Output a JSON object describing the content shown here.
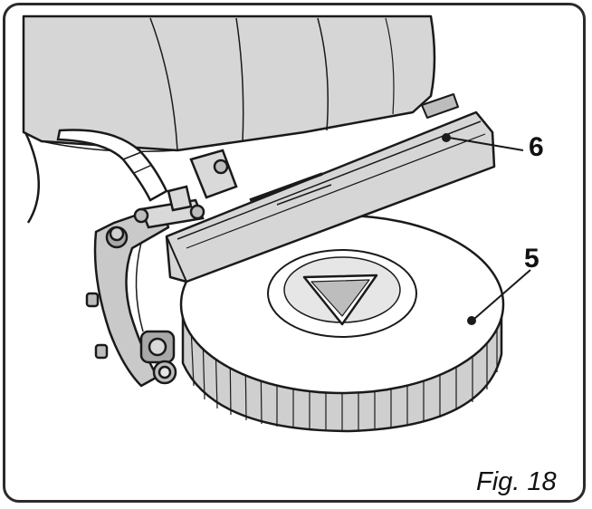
{
  "figure": {
    "caption": "Fig. 18",
    "callouts": [
      {
        "id": "6",
        "label": "6"
      },
      {
        "id": "5",
        "label": "5"
      }
    ]
  },
  "colors": {
    "line": "#1a1a1a",
    "shade_light": "#d9d9d9",
    "shade_mid": "#bdbdbd",
    "shade_dark": "#9a9a9a",
    "background": "#ffffff"
  },
  "icons": [
    "scrubber-machine-body",
    "squeegee-guard-part-6",
    "brush-disc-part-5",
    "mounting-bracket",
    "hose"
  ]
}
